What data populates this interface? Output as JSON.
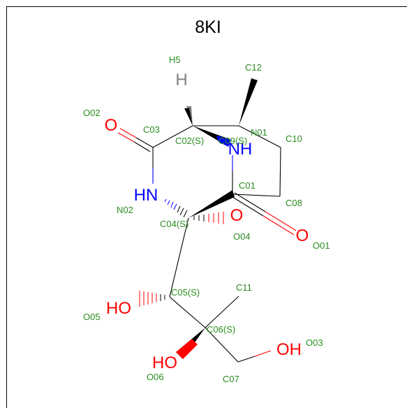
{
  "title": "8KI",
  "colors": {
    "carbon": "#000000",
    "hydrogen": "#808080",
    "nitrogen": "#0000ff",
    "oxygen": "#ff0000",
    "label": "#2a8c1f"
  },
  "atom_symbols": {
    "H5": "H",
    "N01": "NH",
    "N02": "HN",
    "O02": "O",
    "O04": "O",
    "O01": "O",
    "O05": "HO",
    "O06": "HO",
    "O03": "OH"
  },
  "atom_labels": {
    "H5": "H5",
    "C12": "C12",
    "O02": "O02",
    "C03": "C03",
    "C02": "C02(S)",
    "C09": "C09(S)",
    "N01": "N01",
    "C10": "C10",
    "C01": "C01",
    "N02": "N02",
    "C08": "C08",
    "C04": "C04(S)",
    "O04": "O04",
    "O01": "O01",
    "C11": "C11",
    "C05": "C05(S)",
    "O05": "O05",
    "C06": "C06(S)",
    "O03": "O03",
    "O06": "O06",
    "C07": "C07"
  }
}
